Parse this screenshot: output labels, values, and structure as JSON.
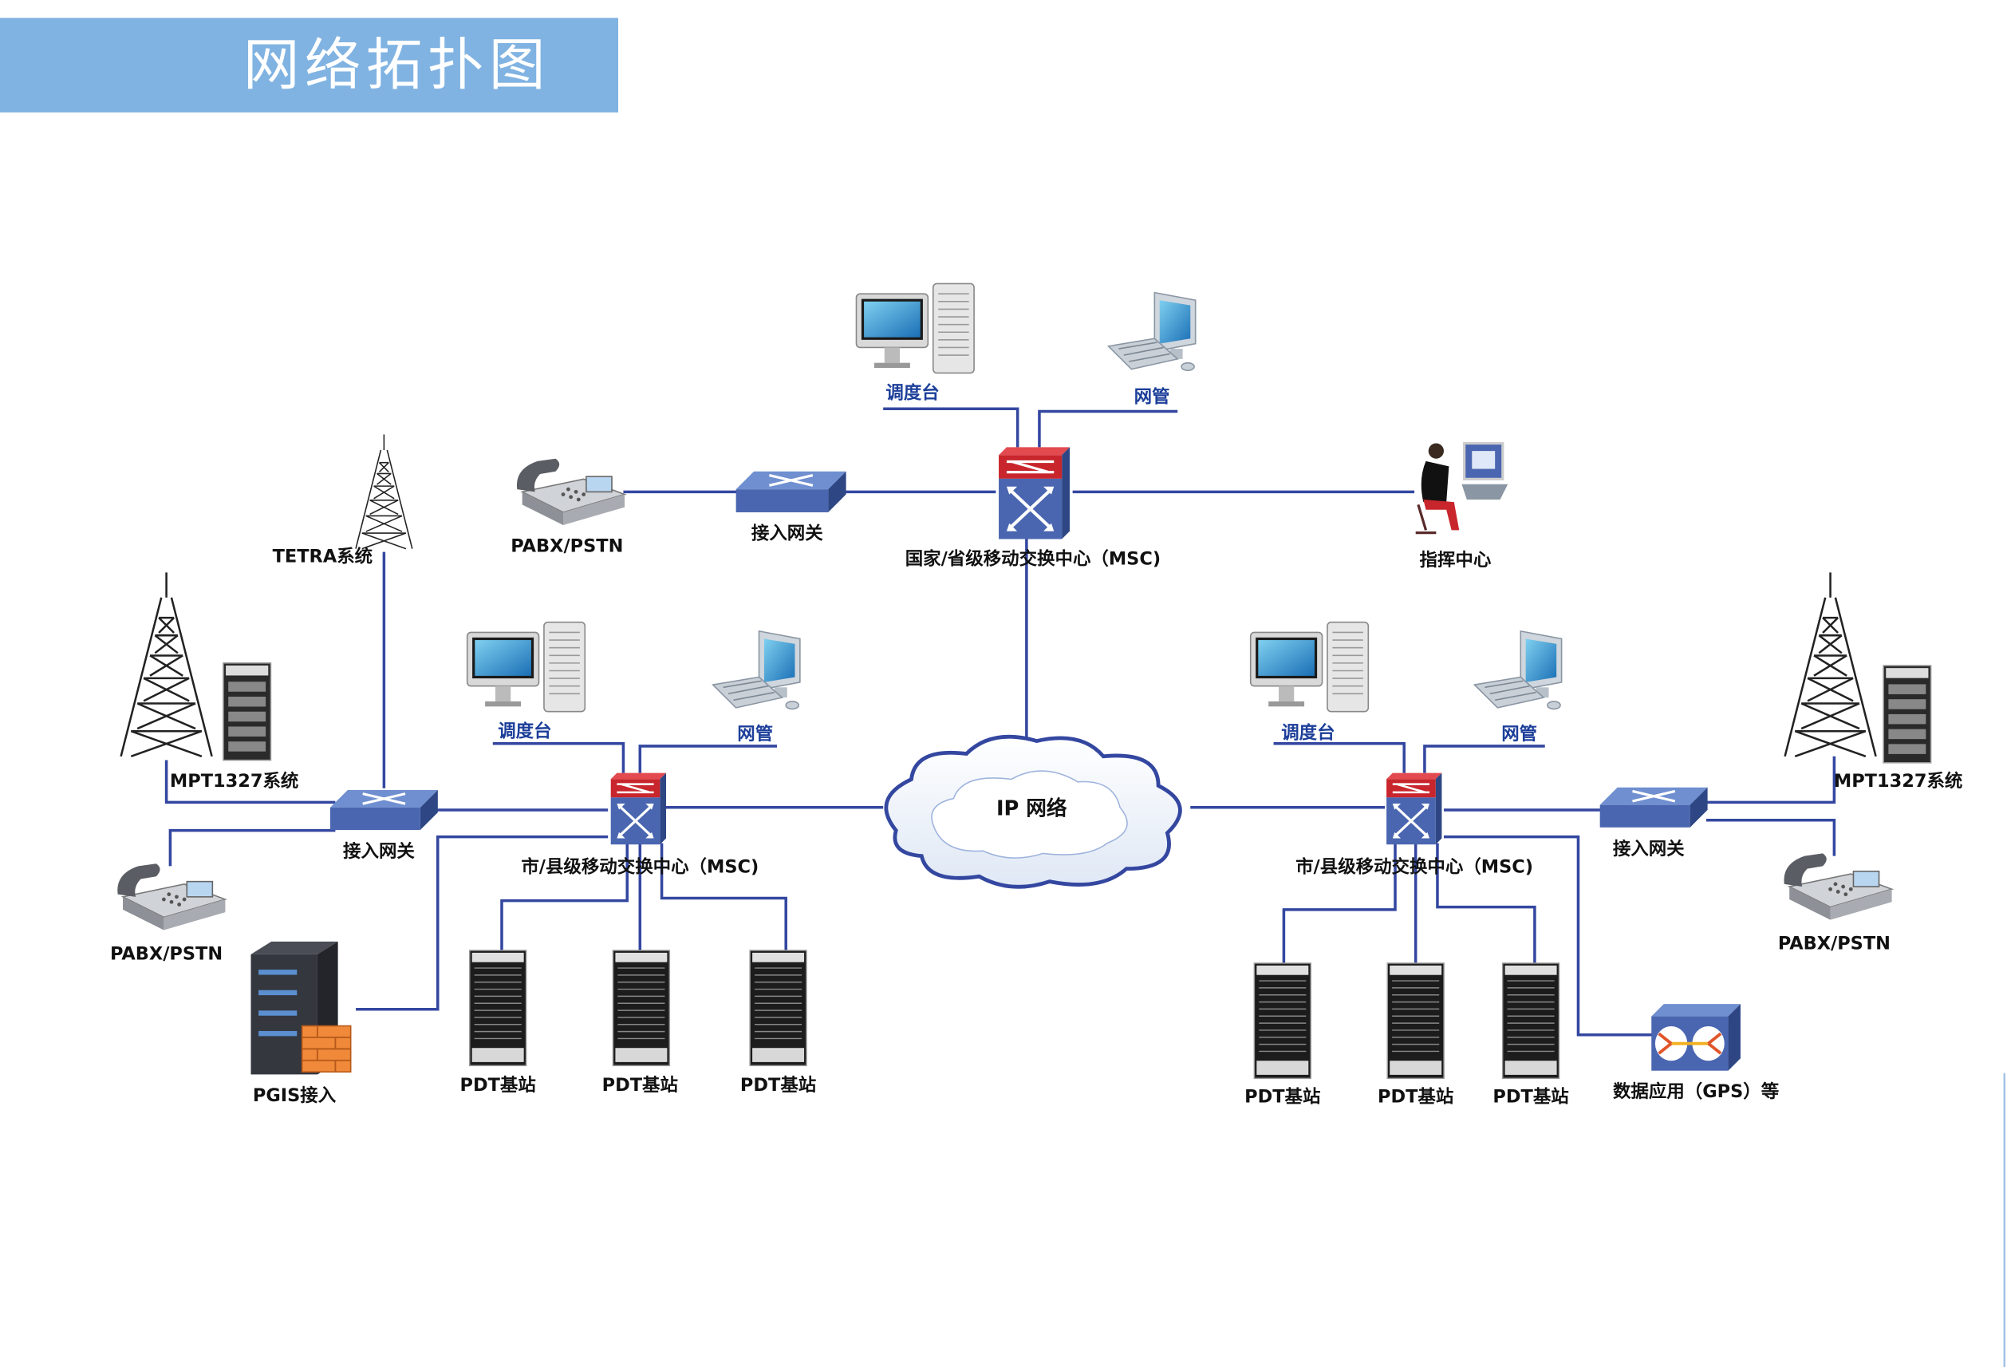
{
  "title": "网络拓扑图",
  "colors": {
    "banner": "#80b3e2",
    "link": "#3447a0",
    "switch_top": "#c8262c",
    "switch_body": "#4a66b0"
  },
  "core": {
    "msc": "国家/省级移动交换中心（MSC)",
    "dispatch": "调度台",
    "nms": "网管",
    "pabx": "PABX/PSTN",
    "gateway": "接入网关",
    "command": "指挥中心"
  },
  "cloud": "IP 网络",
  "left": {
    "msc": "市/县级移动交换中心（MSC)",
    "dispatch": "调度台",
    "nms": "网管",
    "gateway": "接入网关",
    "tetra": "TETRA系统",
    "mpt": "MPT1327系统",
    "pabx": "PABX/PSTN",
    "pgis": "PGIS接入",
    "pdt": [
      "PDT基站",
      "PDT基站",
      "PDT基站"
    ]
  },
  "right": {
    "msc": "市/县级移动交换中心（MSC)",
    "dispatch": "调度台",
    "nms": "网管",
    "gateway": "接入网关",
    "mpt": "MPT1327系统",
    "pabx": "PABX/PSTN",
    "data_app": "数据应用（GPS）等",
    "pdt": [
      "PDT基站",
      "PDT基站",
      "PDT基站"
    ]
  }
}
